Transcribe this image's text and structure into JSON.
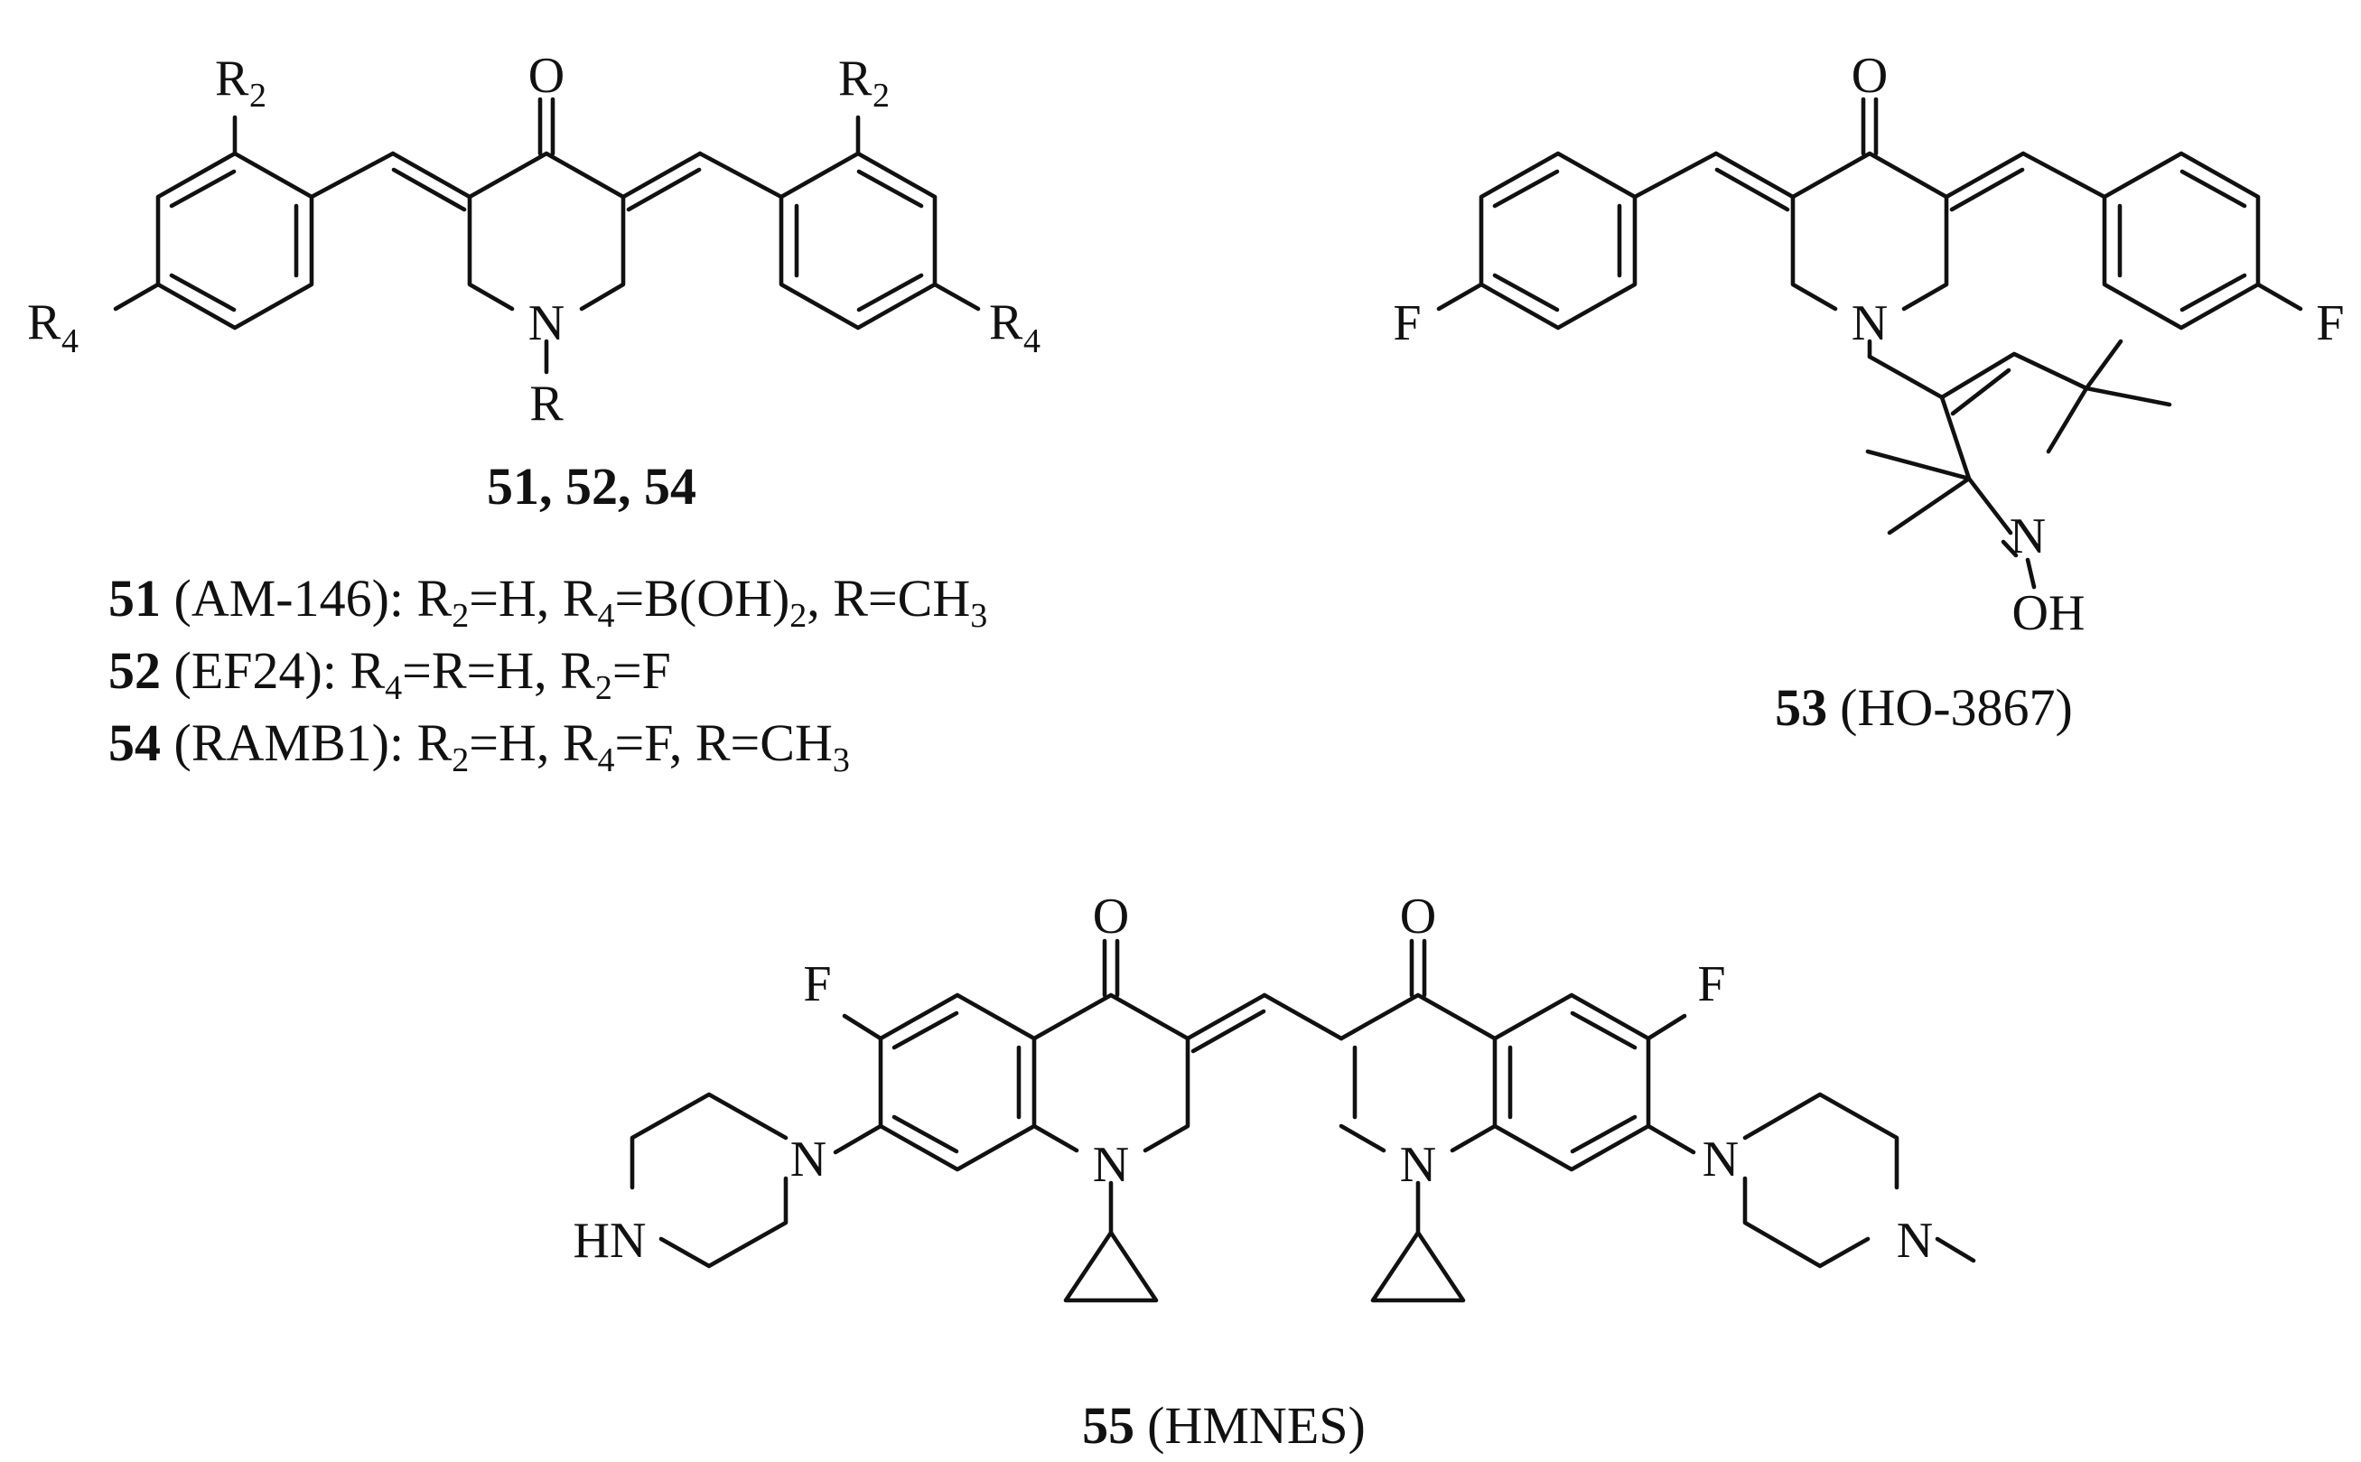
{
  "structure_51_52_54": {
    "atoms": {
      "O": "O",
      "N": "N",
      "R_sub": "R",
      "R2_main": "R",
      "R2_sub": "2",
      "R4_main": "R",
      "R4_sub": "4"
    },
    "caption": "51, 52, 54"
  },
  "legend": [
    {
      "id": "51",
      "name": "(AM-146):",
      "text": "R2=H, R4=B(OH)2, R=CH3"
    },
    {
      "id": "52",
      "name": "(EF24):",
      "text": "R4=R=H, R2=F"
    },
    {
      "id": "54",
      "name": "(RAMB1):",
      "text": "R2=H, R4=F, R=CH3"
    }
  ],
  "structure_53": {
    "atoms": {
      "O": "O",
      "N": "N",
      "F": "F",
      "N_nitroxide": "N",
      "OH": "OH"
    },
    "caption_id": "53",
    "caption_name": "(HO-3867)"
  },
  "structure_55": {
    "atoms": {
      "O": "O",
      "F": "F",
      "N": "N",
      "HN": "HN"
    },
    "caption_id": "55",
    "caption_name": "(HMNES)"
  }
}
